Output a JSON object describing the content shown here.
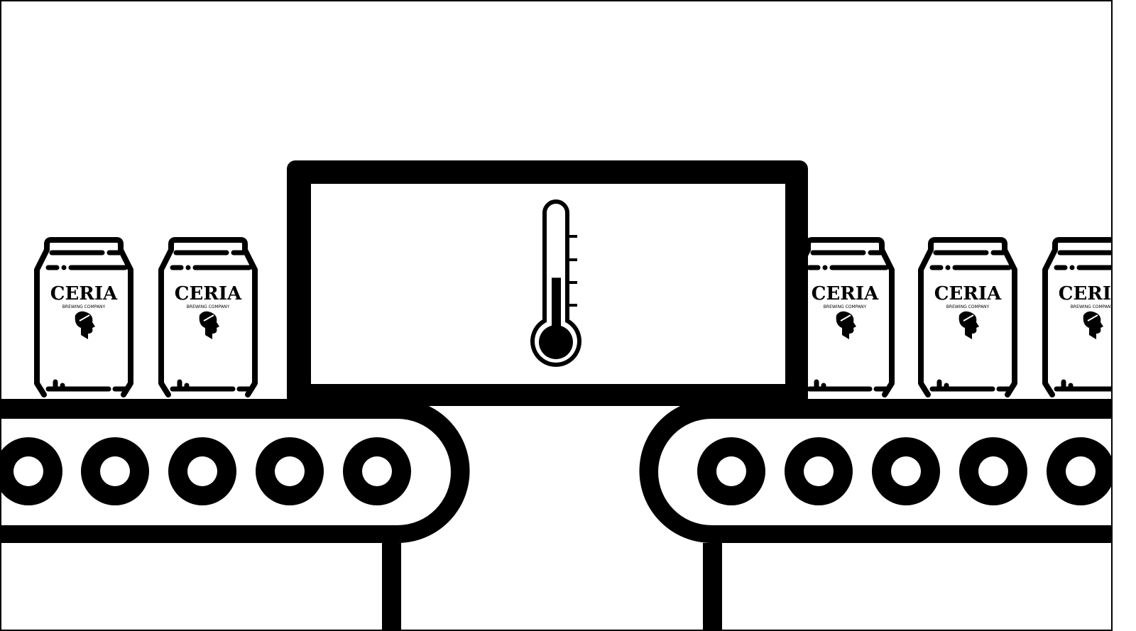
{
  "scene": {
    "brand": {
      "name": "CERIA",
      "tagline": "BREWING COMPANY"
    },
    "can_count": 5,
    "thermometer_level_percent": 45,
    "colors": {
      "ink": "#000000",
      "background": "#ffffff"
    },
    "icons": [
      "beer-can-icon",
      "thermometer-icon",
      "conveyor-belt-icon",
      "woman-profile-logo-icon"
    ]
  }
}
